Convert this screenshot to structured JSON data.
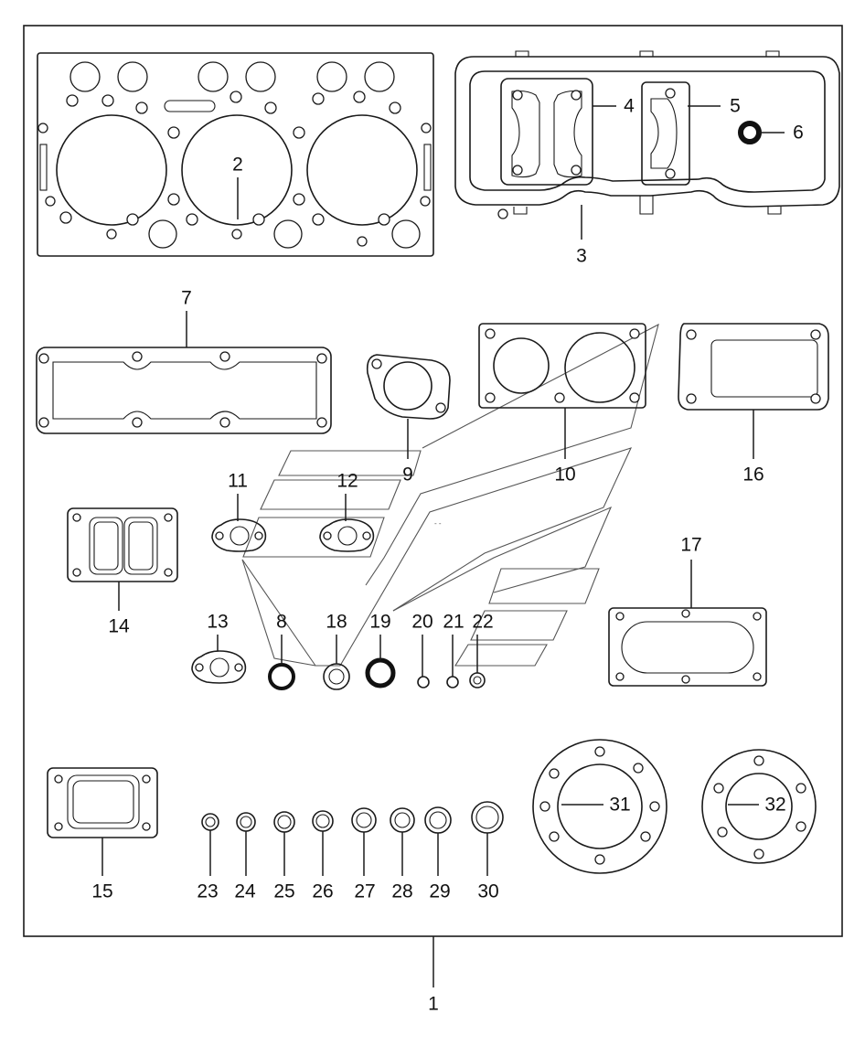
{
  "callouts": {
    "c1": "1",
    "c2": "2",
    "c3": "3",
    "c4": "4",
    "c5": "5",
    "c6": "6",
    "c7": "7",
    "c8": "8",
    "c9": "9",
    "c10": "10",
    "c11": "11",
    "c12": "12",
    "c13": "13",
    "c14": "14",
    "c15": "15",
    "c16": "16",
    "c17": "17",
    "c18": "18",
    "c19": "19",
    "c20": "20",
    "c21": "21",
    "c22": "22",
    "c23": "23",
    "c24": "24",
    "c25": "25",
    "c26": "26",
    "c27": "27",
    "c28": "28",
    "c29": "29",
    "c30": "30",
    "c31": "31",
    "c32": "32"
  }
}
